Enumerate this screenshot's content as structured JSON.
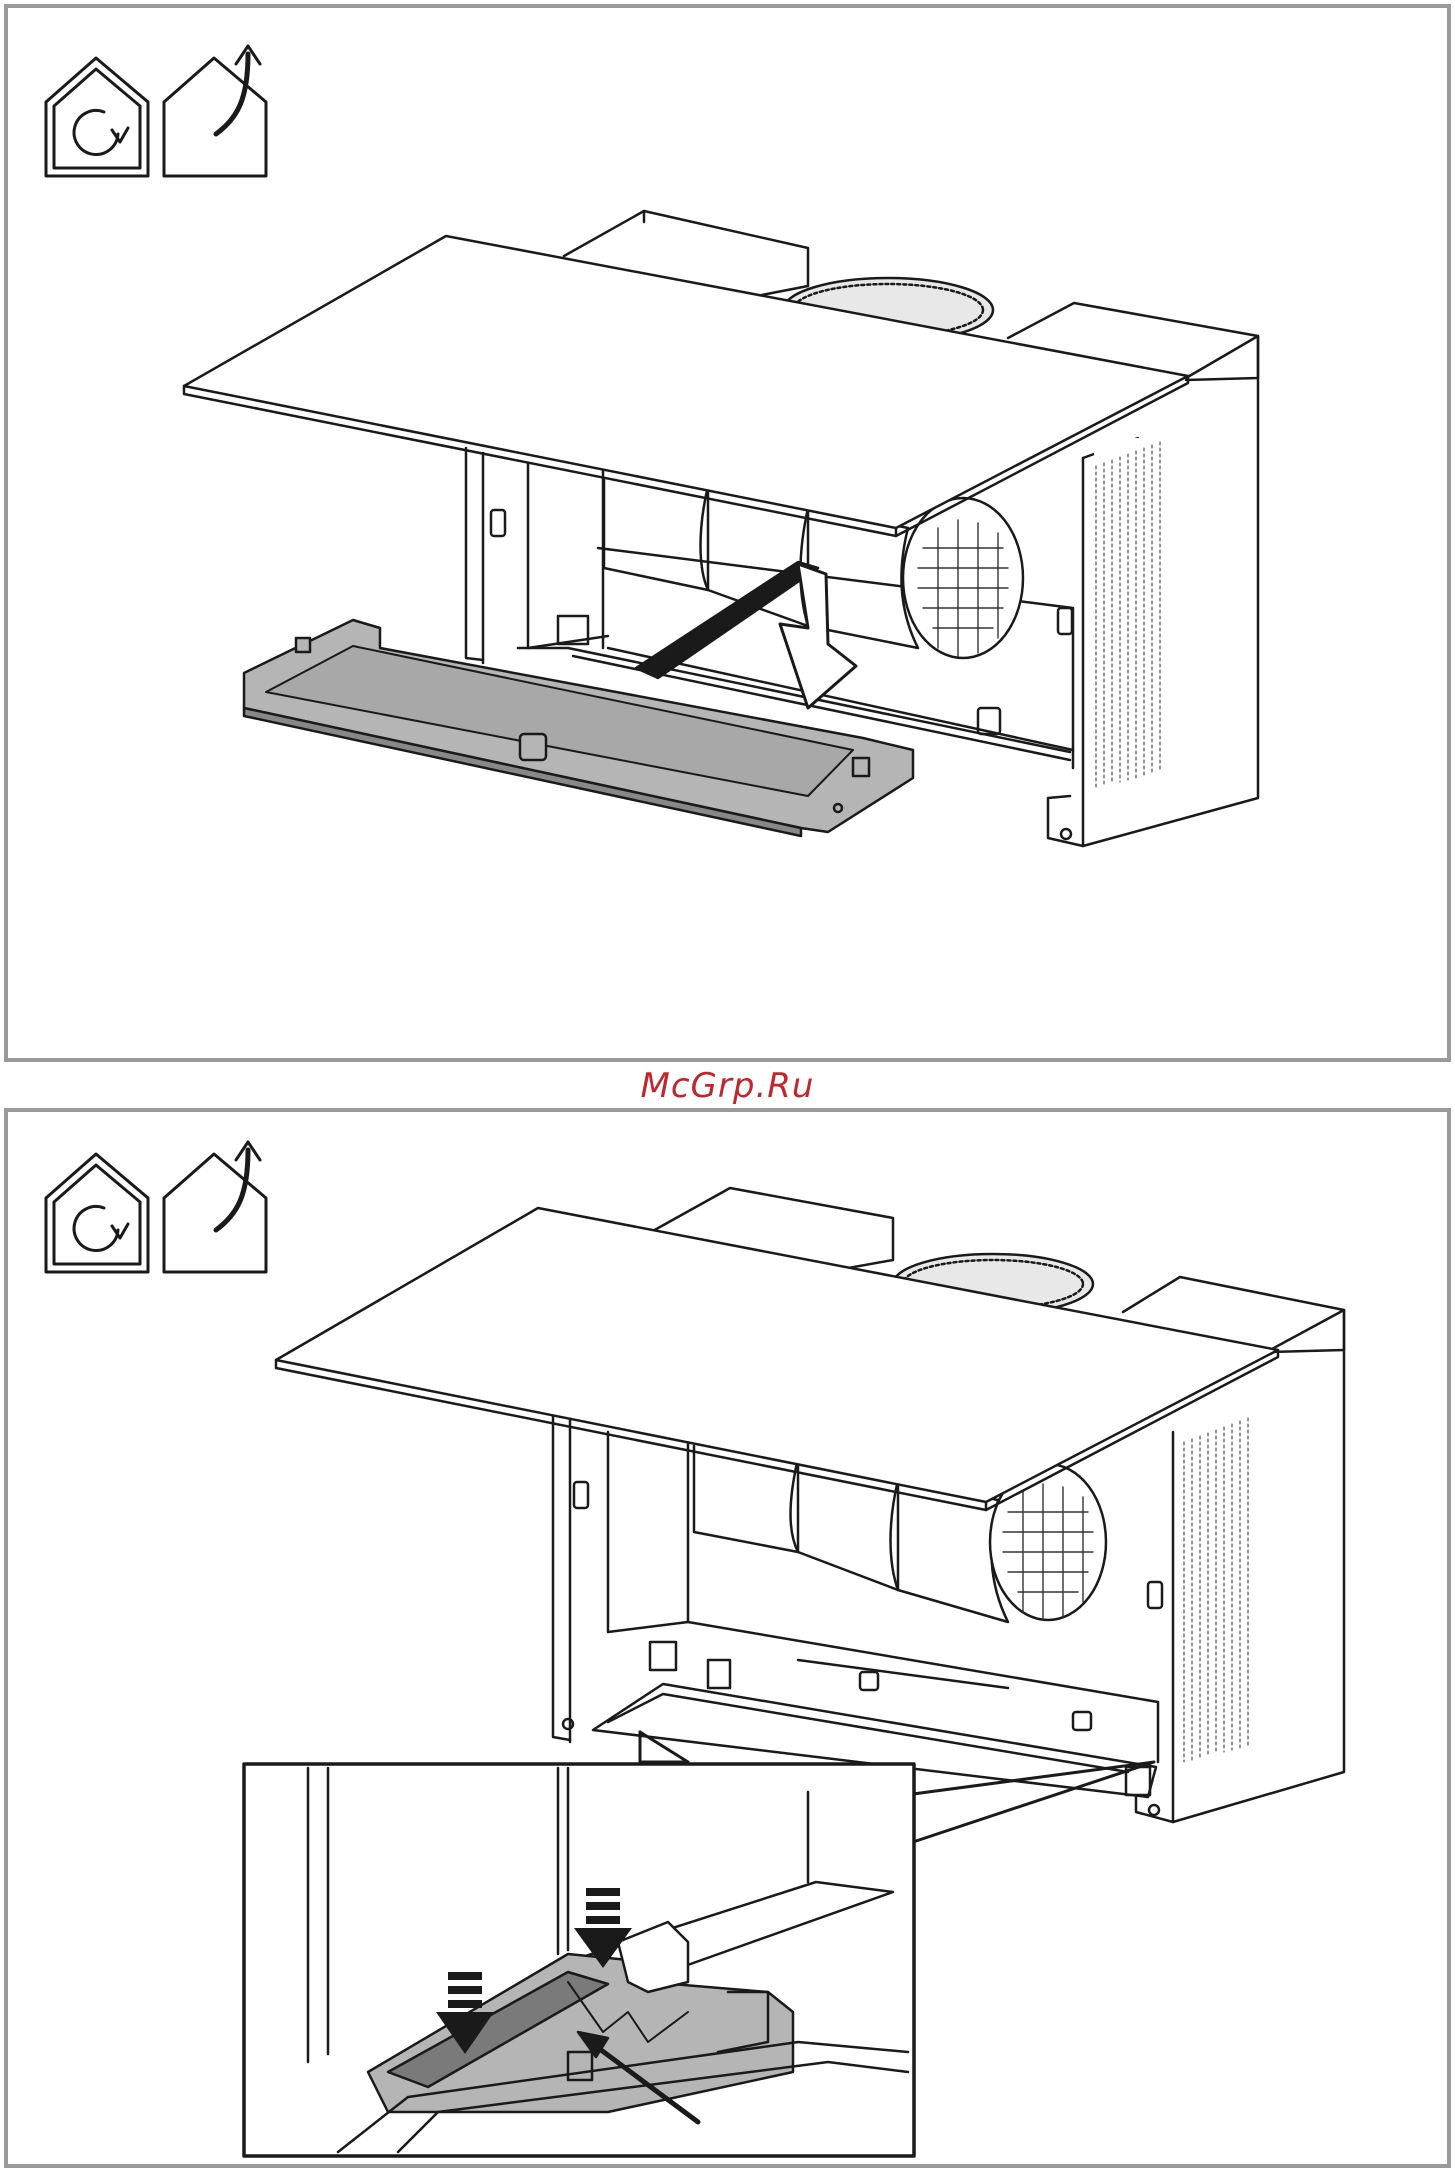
{
  "watermark": {
    "text": "McGrp.Ru"
  },
  "colors": {
    "frame": "#9a9a9a",
    "line": "#1a1a1a",
    "filter_fill": "#b5b5b5",
    "filter_dark": "#888888",
    "watermark": "#c0272d"
  },
  "icons": [
    "recirculation-mode-icon",
    "extraction-mode-icon"
  ],
  "panels": [
    {
      "step": "remove-grease-filter"
    },
    {
      "step": "insert-grease-filter-detail"
    }
  ]
}
